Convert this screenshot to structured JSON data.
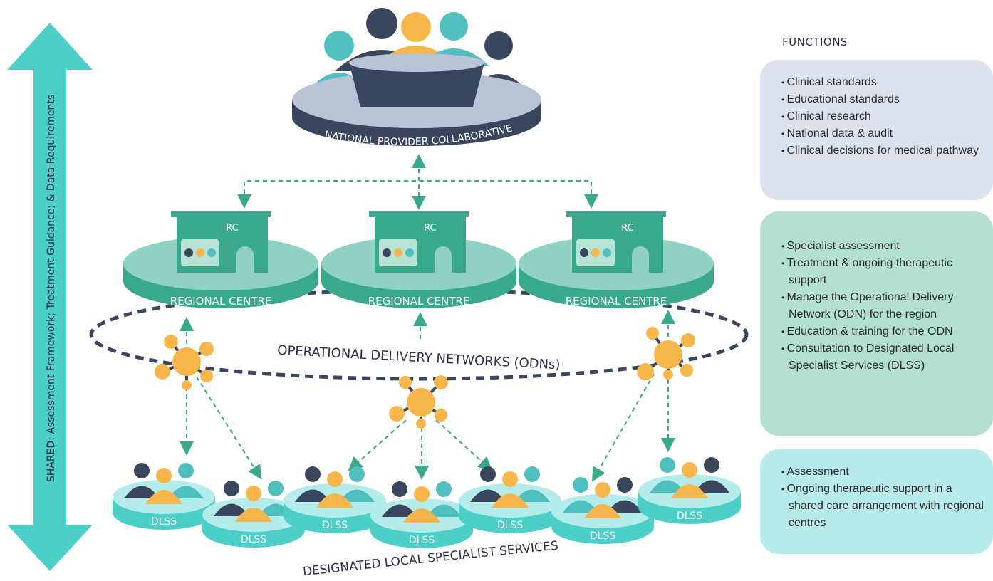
{
  "side_arrow_label": "SHARED: Assessment Framework; Treatment Guidance; & Data Requirements",
  "national": {
    "label": "NATIONAL PROVIDER COLLABORATIVE"
  },
  "regional": {
    "building_label": "RC",
    "centre_label": "REGIONAL CENTRE"
  },
  "odn_label": "OPERATIONAL DELIVERY NETWORKS (ODNs)",
  "dlss": {
    "label": "DLSS",
    "caption": "DESIGNATED LOCAL SPECIALIST SERVICES"
  },
  "functions": {
    "title": "FUNCTIONS",
    "national": [
      "Clinical standards",
      "Educational standards",
      "Clinical research",
      "National data & audit",
      "Clinical decisions for medical pathway"
    ],
    "regional": [
      "Specialist assessment",
      "Treatment & ongoing therapeutic support",
      "Manage the Operational Delivery Network (ODN) for the region",
      "Education & training for the ODN",
      "Consultation to Designated Local Specialist Services (DLSS)"
    ],
    "local": [
      "Assessment",
      "Ongoing therapeutic support in a shared care arrangement with regional centres"
    ]
  },
  "colors": {
    "navy": "#3a465e",
    "teal": "#4fbfbf",
    "orange": "#f7b64b",
    "green": "#3aa98b",
    "mint": "#8fd1c2",
    "aqua": "#4ccfc9"
  }
}
